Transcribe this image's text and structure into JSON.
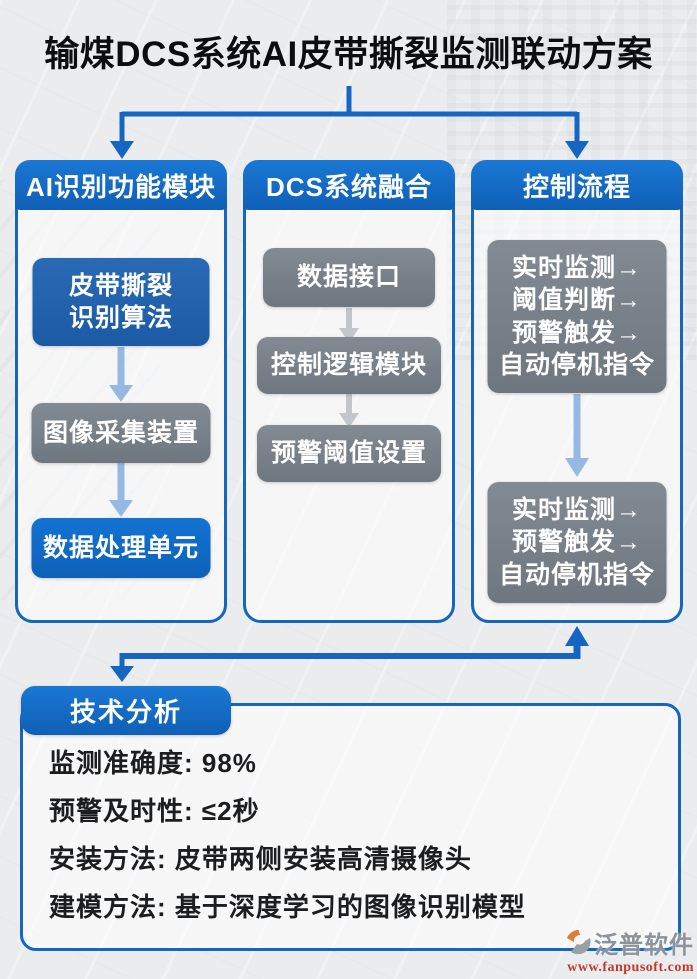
{
  "title": "输煤DCS系统AI皮带撕裂监测联动方案",
  "columns": [
    {
      "header": "AI识别功能模块",
      "boxes": [
        {
          "text": "皮带撕裂\n识别算法"
        },
        {
          "text": "图像采集装置"
        },
        {
          "text": "数据处理单元"
        }
      ]
    },
    {
      "header": "DCS系统融合",
      "boxes": [
        {
          "text": "数据接口"
        },
        {
          "text": "控制逻辑模块"
        },
        {
          "text": "预警阈值设置"
        }
      ]
    },
    {
      "header": "控制流程",
      "boxes": [
        {
          "text": "实时监测→\n阈值判断→\n预警触发→\n自动停机指令"
        },
        {
          "text": "实时监测→\n预警触发→\n自动停机指令"
        }
      ]
    }
  ],
  "analysis": {
    "header": "技术分析",
    "lines": [
      "监测准确度: 98%",
      "预警及时性: ≤2秒",
      "安装方法: 皮带两侧安装高清摄像头",
      "建模方法: 基于深度学习的图像识别模型"
    ]
  },
  "logo": {
    "name": "泛普软件",
    "url": "www.fanpusoft.com"
  },
  "colors": {
    "accent_blue": "#1466bf",
    "header_blue": "#1168c8",
    "node_gray": "#78808a",
    "node_blue_dark": "#2263ad",
    "node_blue_bright": "#0f6ac6",
    "logo_orange": "#e07b3a",
    "logo_gray": "#8d939b",
    "url_red": "#c23a2c"
  }
}
